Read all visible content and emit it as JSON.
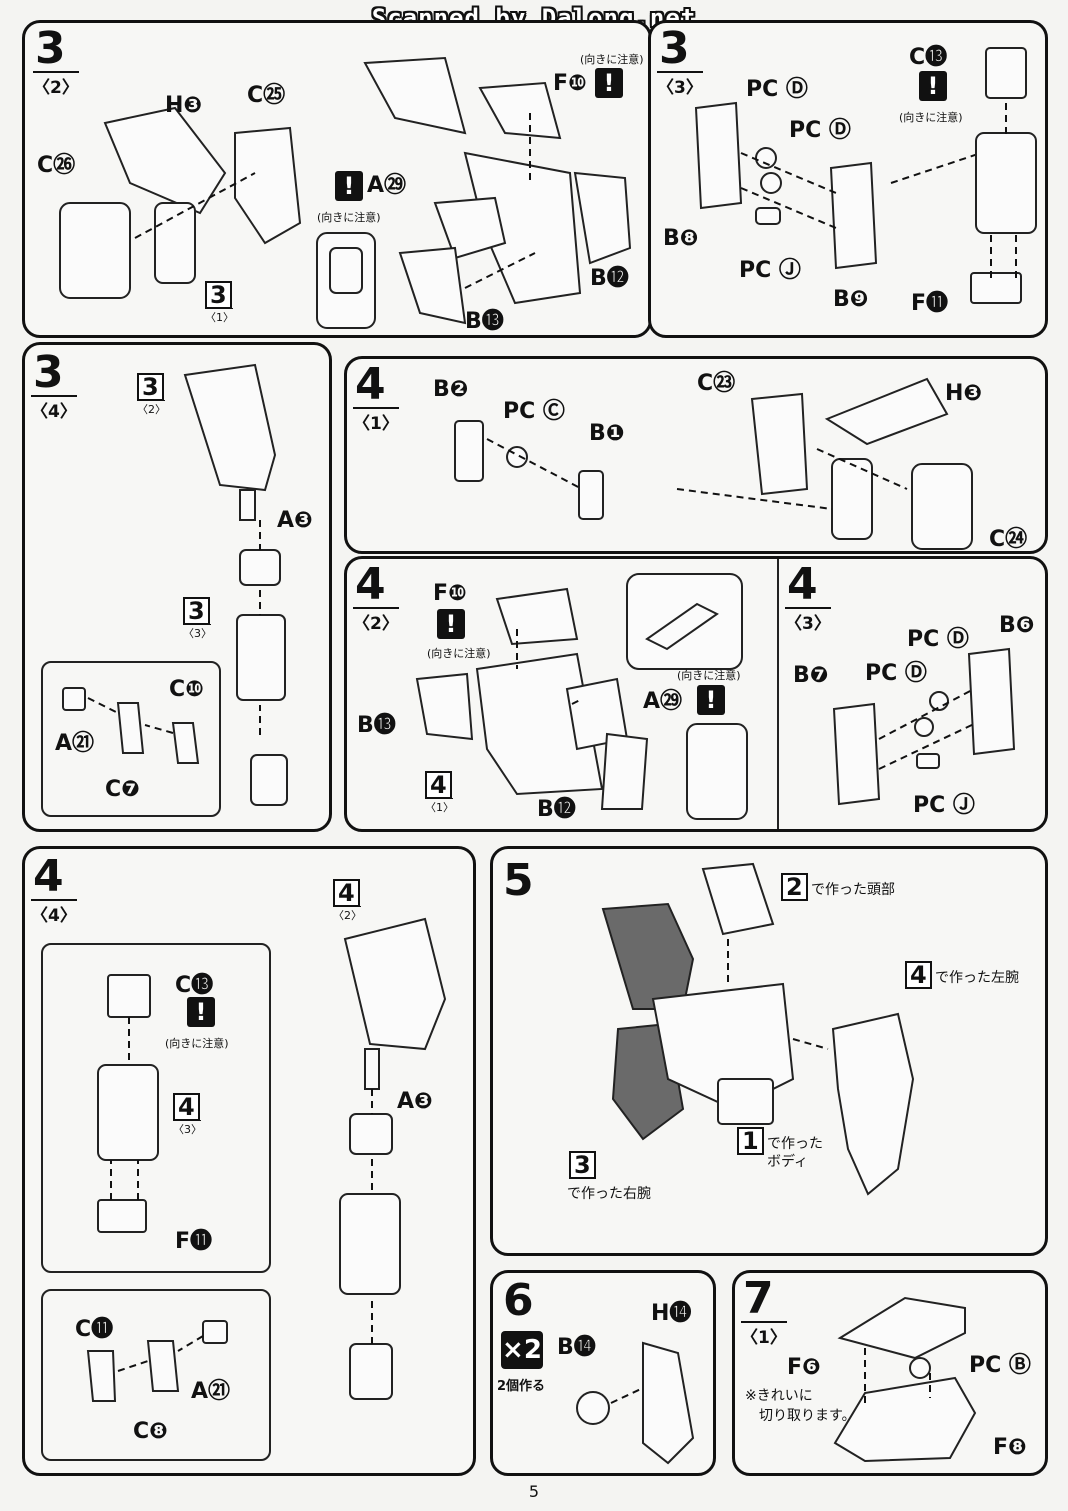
{
  "watermark": "Scanned by Dalong.net",
  "page_number": "5",
  "note_orientation": "(向きに注意)",
  "x2": "×2",
  "make_two": "2個作る",
  "step3": {
    "number": "3",
    "sub2": "〈2〉",
    "sub3": "〈3〉",
    "sub4": "〈4〉",
    "labels_2": [
      "H❸",
      "C㉕",
      "C㉖",
      "F❿",
      "A㉙",
      "B⓬",
      "B⓭"
    ],
    "ref_2": {
      "num": "3",
      "sub": "〈1〉"
    },
    "labels_3": [
      "PC Ⓓ",
      "PC Ⓓ",
      "B❽",
      "PC Ⓙ",
      "B❾",
      "C⓭",
      "F⓫"
    ],
    "labels_4": [
      "A❸",
      "C❿",
      "A㉑",
      "C❼"
    ],
    "ref_4a": {
      "num": "3",
      "sub": "〈2〉"
    },
    "ref_4b": {
      "num": "3",
      "sub": "〈3〉"
    }
  },
  "step4": {
    "number": "4",
    "sub1": "〈1〉",
    "sub2": "〈2〉",
    "sub3": "〈3〉",
    "sub4": "〈4〉",
    "labels_1": [
      "B❷",
      "PC Ⓒ",
      "B❶",
      "C㉓",
      "H❸",
      "C㉔"
    ],
    "labels_2": [
      "F❿",
      "B⓭",
      "A㉙",
      "B⓬"
    ],
    "ref_2": {
      "num": "4",
      "sub": "〈1〉"
    },
    "labels_3": [
      "B❼",
      "PC Ⓓ",
      "PC Ⓓ",
      "B❻",
      "PC Ⓙ"
    ],
    "labels_4": [
      "C⓭",
      "F⓫",
      "A❸",
      "C⓫",
      "A㉑",
      "C❽"
    ],
    "ref_4a": {
      "num": "4",
      "sub": "〈2〉"
    },
    "ref_4b": {
      "num": "4",
      "sub": "〈3〉"
    }
  },
  "step5": {
    "number": "5",
    "head": {
      "num": "2",
      "text": "で作った頭部"
    },
    "left_arm": {
      "num": "4",
      "text": "で作った左腕"
    },
    "body": {
      "num": "1",
      "text": "で作った",
      "text2": "ボディ"
    },
    "right_arm": {
      "num": "3",
      "text": "で作った右腕"
    }
  },
  "step6": {
    "number": "6",
    "labels": [
      "B⓮",
      "H⓮"
    ]
  },
  "step7": {
    "number": "7",
    "sub1": "〈1〉",
    "labels": [
      "F❻",
      "PC Ⓑ",
      "F❽"
    ],
    "note": "※きれいに",
    "note2": "切り取ります。"
  }
}
